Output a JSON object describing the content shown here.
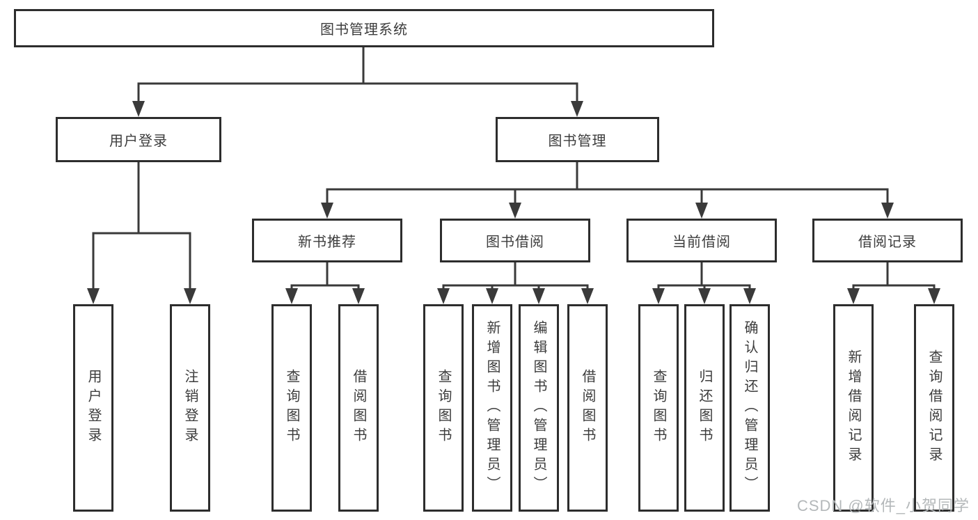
{
  "diagram": {
    "root": "图书管理系统",
    "user_login": {
      "label": "用户登录",
      "children": [
        "用户登录",
        "注销登录"
      ]
    },
    "book_management": {
      "label": "图书管理",
      "groups": [
        {
          "label": "新书推荐",
          "children": [
            "查询图书",
            "借阅图书"
          ]
        },
        {
          "label": "图书借阅",
          "children": [
            "查询图书",
            "新增图书（管理员）",
            "编辑图书（管理员）",
            "借阅图书"
          ]
        },
        {
          "label": "当前借阅",
          "children": [
            "查询图书",
            "归还图书",
            "确认归还（管理员）"
          ]
        },
        {
          "label": "借阅记录",
          "children": [
            "新增借阅记录",
            "查询借阅记录"
          ]
        }
      ]
    }
  },
  "watermark": "CSDN @软件_小贺同学",
  "colors": {
    "line": "#3a3a3a",
    "box_border": "#2d2d2d",
    "text": "#3c3c3c",
    "watermark_text": "#b4b8ba",
    "background": "#ffffff"
  }
}
